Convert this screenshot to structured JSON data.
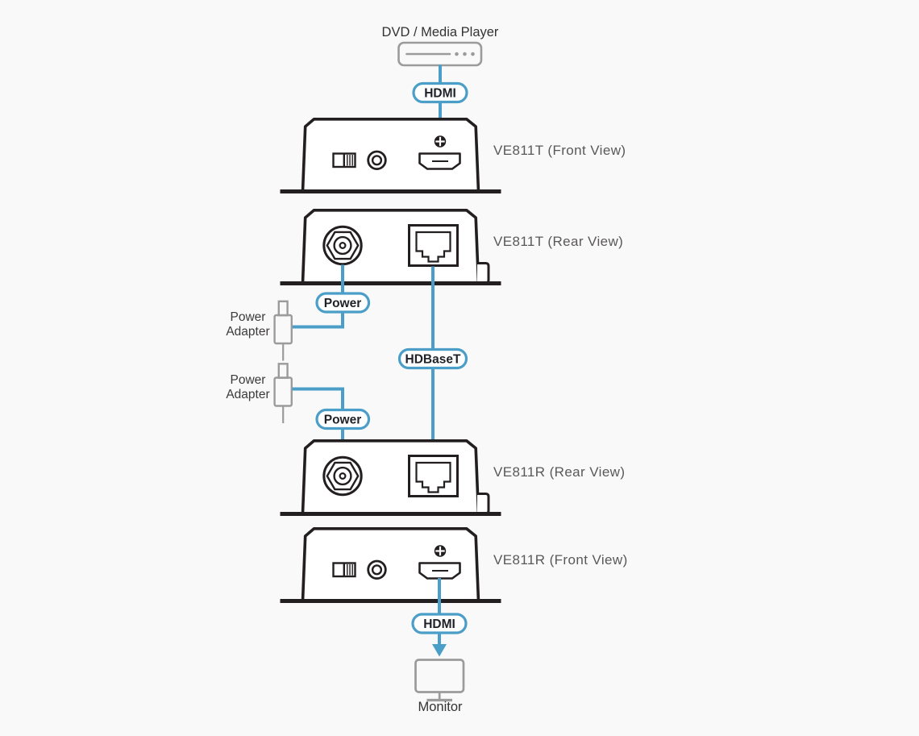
{
  "colors": {
    "background": "#f9f9f9",
    "diagram_blue": "#4a9ec7",
    "outline_dark": "#231f20",
    "icon_gray": "#9b9b9b",
    "device_label_gray": "#5a5858",
    "text_dark": "#333333"
  },
  "source": {
    "label": "DVD / Media Player"
  },
  "sink": {
    "label": "Monitor"
  },
  "connections": {
    "hdmi_top": "HDMI",
    "power_1": "Power",
    "hdbaset": "HDBaseT",
    "power_2": "Power",
    "hdmi_bottom": "HDMI"
  },
  "devices": [
    {
      "label": "VE811T (Front View)"
    },
    {
      "label": "VE811T (Rear View)"
    },
    {
      "label": "VE811R (Rear View)"
    },
    {
      "label": "VE811R (Front View)"
    }
  ],
  "adapters": [
    {
      "line1": "Power",
      "line2": "Adapter"
    },
    {
      "line1": "Power",
      "line2": "Adapter"
    }
  ],
  "icons": {
    "source_device": "media-player-icon",
    "hdmi_port": "hdmi-port-icon",
    "rj45_port": "rj45-port-icon",
    "dc_jack": "dc-power-jack-icon",
    "screw": "grounding-screw-icon",
    "switch": "slide-switch-icon",
    "ir_jack": "round-jack-icon",
    "power_plug": "power-adapter-plug-icon",
    "monitor": "monitor-icon"
  }
}
